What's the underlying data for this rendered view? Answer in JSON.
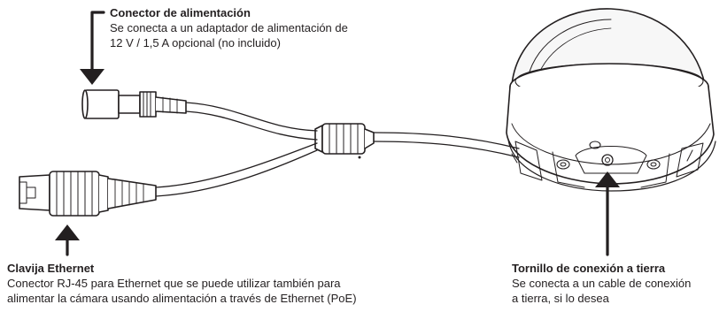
{
  "callouts": {
    "power_connector": {
      "title": "Conector de alimentación",
      "desc_line1": "Se conecta a un adaptador de alimentación de",
      "desc_line2": "12 V / 1,5 A opcional (no incluido)"
    },
    "ethernet_jack": {
      "title": "Clavija Ethernet",
      "desc_line1": "Conector RJ-45 para Ethernet que se puede utilizar también para",
      "desc_line2": "alimentar la cámara usando alimentación a través de Ethernet (PoE)"
    },
    "ground_screw": {
      "title": "Tornillo de conexión a tierra",
      "desc_line1": "Se conecta a un cable de conexión",
      "desc_line2": "a tierra, si lo desea"
    }
  },
  "colors": {
    "line": "#231f20",
    "arrow": "#231f20",
    "dome_fill": "#f4f4f4"
  }
}
